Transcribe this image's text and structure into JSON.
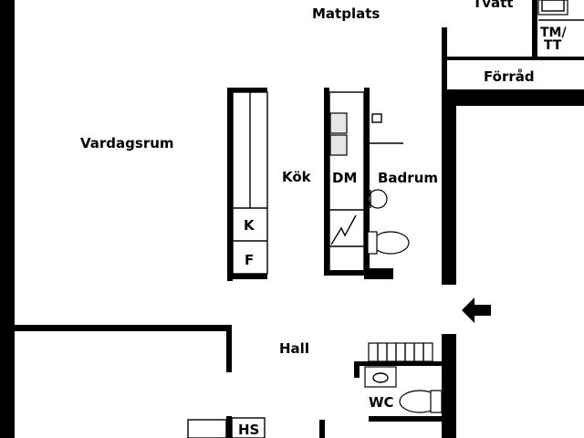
{
  "rooms": {
    "matplats": "Matplats",
    "tvatt": "Tvätt",
    "tm_tt_line1": "TM/",
    "tm_tt_line2": "TT",
    "forrad": "Förråd",
    "vardagsrum": "Vardagsrum",
    "kok": "Kök",
    "dm": "DM",
    "badrum": "Badrum",
    "k": "K",
    "f": "F",
    "hall": "Hall",
    "wc": "WC",
    "hs": "HS"
  },
  "colors": {
    "wall": "#000000",
    "background": "#ffffff",
    "fixture_fill": "#e6e6e6"
  },
  "icons": {
    "entrance": "arrow-left-icon"
  }
}
